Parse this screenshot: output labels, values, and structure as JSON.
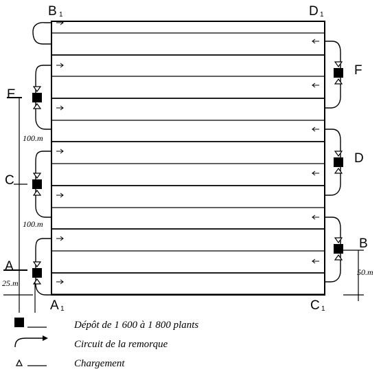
{
  "corners": {
    "b1": "B",
    "d1": "D",
    "a1": "A",
    "c1": "C",
    "sub": "1"
  },
  "depots_left": [
    "E",
    "C",
    "A"
  ],
  "depots_right": [
    "F",
    "D",
    "B"
  ],
  "dimensions": {
    "left_upper": "100.m",
    "left_lower": "100.m",
    "left_bottom": "25.m",
    "right_bottom": "50.m"
  },
  "legend": {
    "depot": "Dépôt de 1 600 à 1 800 plants",
    "circuit": "Circuit de la remorque",
    "loading": "Chargement"
  },
  "colors": {
    "ink": "#000000",
    "background": "#ffffff"
  }
}
